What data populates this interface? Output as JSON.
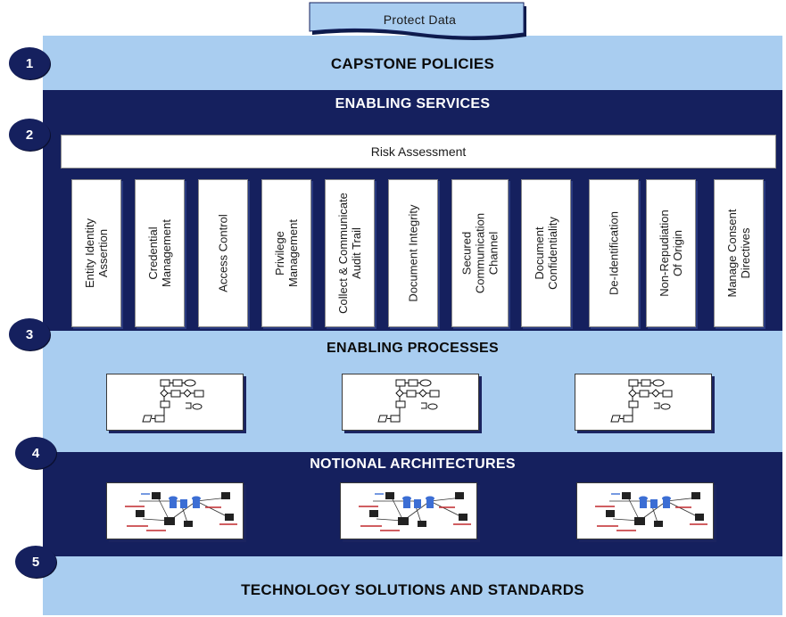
{
  "banner": {
    "label": "Protect  Data"
  },
  "layers": [
    {
      "number": "1",
      "title": "CAPSTONE POLICIES"
    },
    {
      "number": "2",
      "title": "ENABLING SERVICES"
    },
    {
      "number": "3",
      "title": "ENABLING PROCESSES"
    },
    {
      "number": "4",
      "title": "NOTIONAL ARCHITECTURES"
    },
    {
      "number": "5",
      "title": "TECHNOLOGY SOLUTIONS AND STANDARDS"
    }
  ],
  "risk_assessment": "Risk Assessment",
  "services": [
    "Entity Identity\nAssertion",
    "Credential\nManagement",
    "Access Control",
    "Privilege\nManagement",
    "Collect & Communicate\nAudit Trail",
    "Document Integrity",
    "Secured\nCommunication\nChannel",
    "Document\nConfidentiality",
    "De-Identification",
    "Non-Repudiation\nOf Origin",
    "Manage Consent\nDirectives"
  ],
  "colors": {
    "light_band": "#a9cdf0",
    "dark_band": "#15205e",
    "badge": "#15205e",
    "banner_fill": "#a9cdf0"
  },
  "icons": {
    "process_thumbnail": "flowchart-icon",
    "architecture_thumbnail": "network-diagram-icon"
  }
}
